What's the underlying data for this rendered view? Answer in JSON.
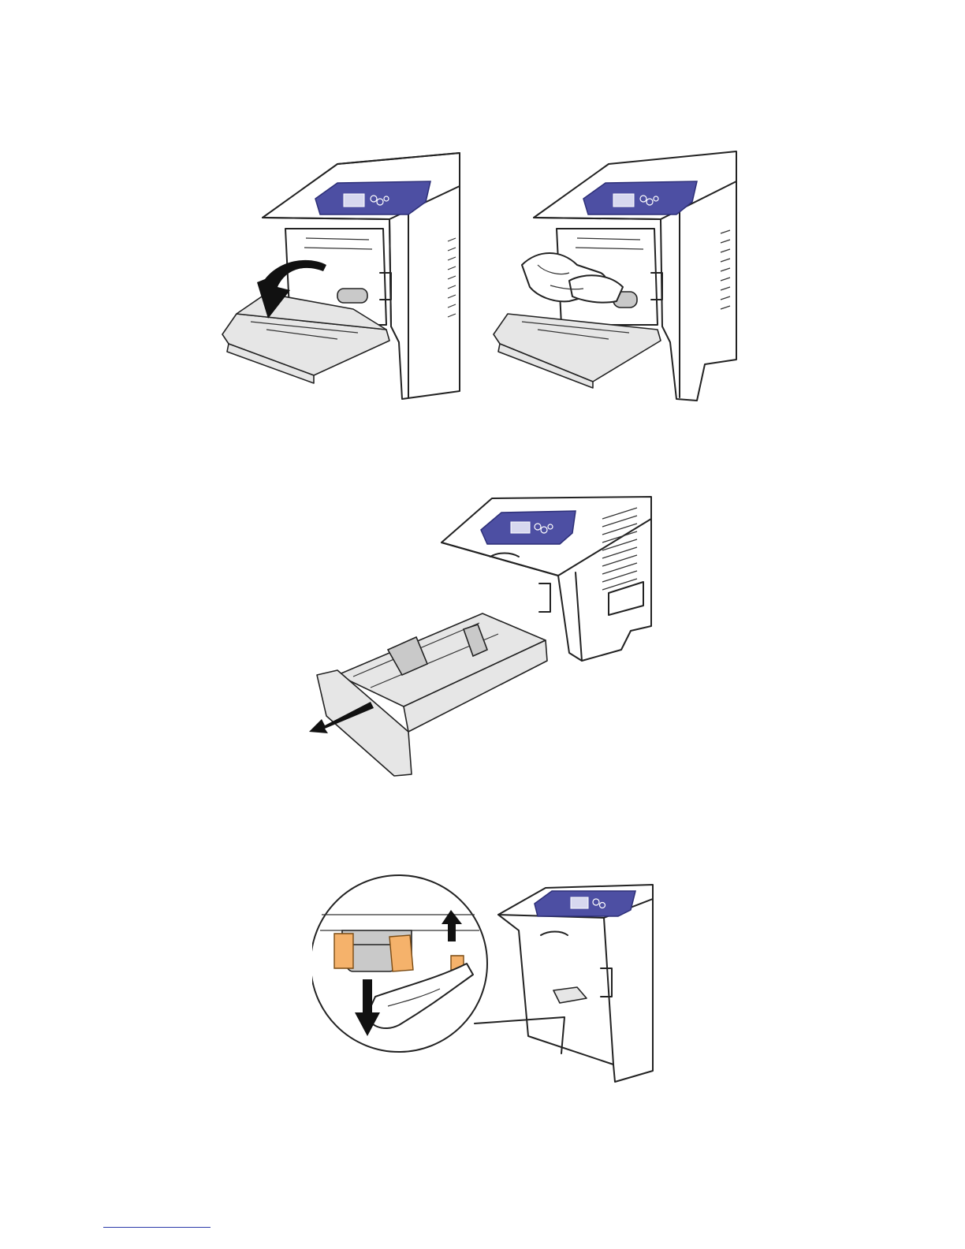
{
  "figures": [
    {
      "id": "open-bypass-tray",
      "icon": "printer-front-tray-open-illustration"
    },
    {
      "id": "clean-bypass-roller",
      "icon": "hand-wiping-roller-illustration"
    },
    {
      "id": "pull-out-tray",
      "icon": "printer-drawer-pull-illustration"
    },
    {
      "id": "remove-feed-roller",
      "icon": "feed-roller-detail-illustration"
    }
  ],
  "colors": {
    "panel": "#4d4fa3",
    "roller_clip": "#f5b26b",
    "link": "#2b3aa8"
  },
  "footer": {
    "link_text": ""
  }
}
